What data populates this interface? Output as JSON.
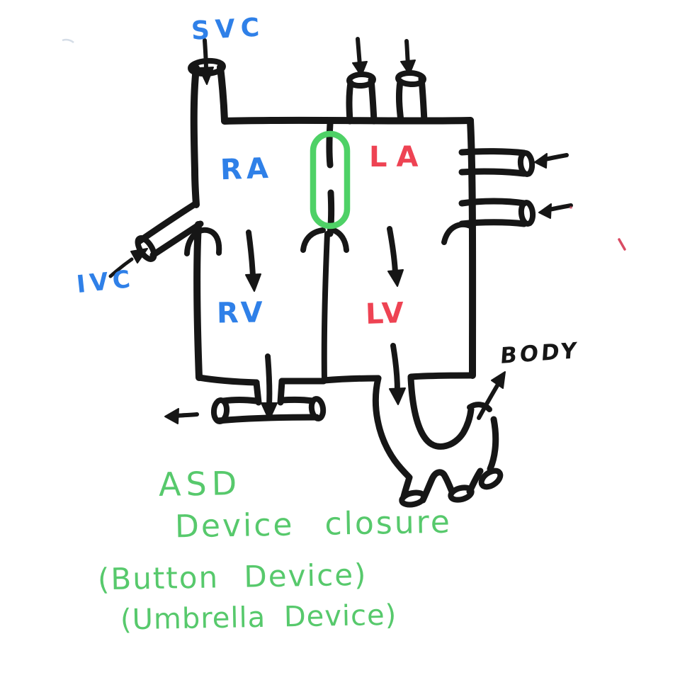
{
  "diagram": {
    "description": "Hand-drawn heart schematic illustrating ASD device closure",
    "labels": {
      "svc": "SVC",
      "ivc": "IVC",
      "ra": "RA",
      "la": "LA",
      "rv": "RV",
      "lv": "LV",
      "body": "BODY"
    },
    "caption": {
      "line1": "ASD",
      "line2": "Device closure",
      "line3": "(Button Device)",
      "line4": "(Umbrella Device)"
    },
    "device_icon": "asd-occluder-crosshatch-capsule",
    "colors": {
      "ink": "#161616",
      "blue": "#2f80e8",
      "red": "#ee4353",
      "green_text": "#57c96c",
      "green_device": "#4ed166",
      "stray_red": "#d94b63",
      "stray_blue": "#c3cfdd"
    }
  }
}
